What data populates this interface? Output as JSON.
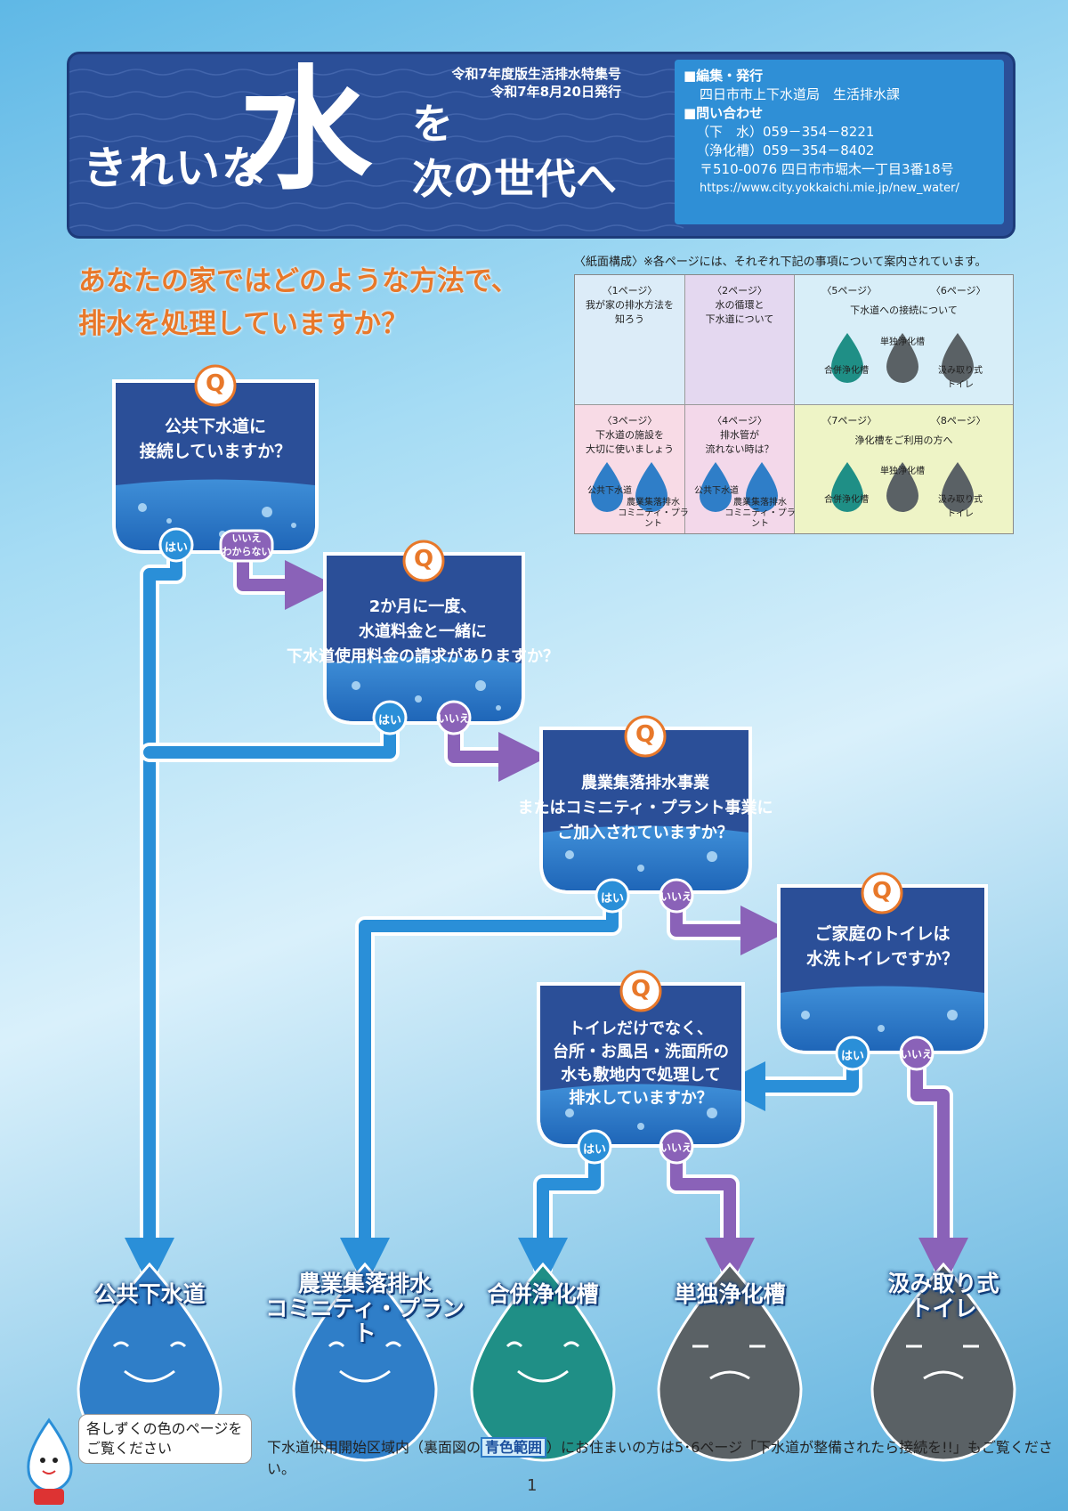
{
  "header": {
    "title_pre": "きれいな",
    "title_kanji": "水",
    "title_o": "を",
    "title_post": "次の世代へ",
    "edition_line1": "令和7年度版生活排水特集号",
    "edition_line2": "令和7年8月20日発行",
    "contact": {
      "h1": "■編集・発行",
      "l1": "四日市市上下水道局　生活排水課",
      "h2": "■問い合わせ",
      "l2": "（下　水）059－354－8221",
      "l3": "（浄化槽）059－354－8402",
      "l4": "〒510-0076 四日市市堀木一丁目3番18号",
      "url": "https://www.city.yokkaichi.mie.jp/new_water/"
    }
  },
  "heading": {
    "line1": "あなたの家ではどのような方法で、",
    "line2": "排水を処理していますか？"
  },
  "composition": {
    "title": "〈紙面構成〉※各ページには、それぞれ下記の事項について案内されています。",
    "p1": {
      "page": "〈1ページ〉",
      "text1": "我が家の排水方法を",
      "text2": "知ろう"
    },
    "p2": {
      "page": "〈2ページ〉",
      "text1": "水の循環と",
      "text2": "下水道について"
    },
    "p5": {
      "page": "〈5ページ〉"
    },
    "p6": {
      "page": "〈6ページ〉"
    },
    "p56_text": "下水道への接続について",
    "p3": {
      "page": "〈3ページ〉",
      "text1": "下水道の施設を",
      "text2": "大切に使いましょう"
    },
    "p4": {
      "page": "〈4ページ〉",
      "text1": "排水管が",
      "text2": "流れない時は？"
    },
    "p7": {
      "page": "〈7ページ〉"
    },
    "p8": {
      "page": "〈8ページ〉"
    },
    "p78_text": "浄化槽をご利用の方へ",
    "drop_gappei": "合併浄化槽",
    "drop_tandoku": "単独浄化槽",
    "drop_kumitori1": "汲み取り式",
    "drop_kumitori2": "トイレ",
    "drop_kokyo": "公共下水道",
    "drop_nogyo1": "農業集落排水",
    "drop_nogyo2": "コミニティ・プラント"
  },
  "questions": {
    "q_mark": "Q",
    "q1": {
      "l1": "公共下水道に",
      "l2": "接続していますか？"
    },
    "q2": {
      "l1": "2か月に一度、",
      "l2": "水道料金と一緒に",
      "l3": "下水道使用料金の請求がありますか？"
    },
    "q3": {
      "l1": "農業集落排水事業",
      "l2": "またはコミニティ・プラント事業に",
      "l3": "ご加入されていますか？"
    },
    "q4": {
      "l1": "ご家庭のトイレは",
      "l2": "水洗トイレですか？"
    },
    "q5": {
      "l1": "トイレだけでなく、",
      "l2": "台所・お風呂・洗面所の",
      "l3": "水も敷地内で処理して",
      "l4": "排水していますか？"
    }
  },
  "answers": {
    "yes": "はい",
    "no": "いいえ",
    "no_unknown1": "いいえ",
    "no_unknown2": "わからない"
  },
  "results": {
    "r1": "公共下水道",
    "r2a": "農業集落排水",
    "r2b": "コミニティ・プラント",
    "r3": "合併浄化槽",
    "r4": "単独浄化槽",
    "r5a": "汲み取り式",
    "r5b": "トイレ"
  },
  "footer": {
    "bubble1": "各しずくの色のページを",
    "bubble2": "ご覧ください",
    "note_pre": "下水道供用開始区域内（裏面図の",
    "note_hl": "青色範囲",
    "note_post": "）にお住まいの方は5･6ページ「下水道が整備されたら接続を!!」もご覧ください。",
    "page_number": "1"
  },
  "colors": {
    "navy": "#2b4f98",
    "blue_pipe": "#2a8fd8",
    "purple_pipe": "#8a62b8",
    "drop_blue": "#2f7ec8",
    "drop_teal": "#1f8f86",
    "drop_gray": "#5a6165",
    "orange": "#e8782a"
  }
}
